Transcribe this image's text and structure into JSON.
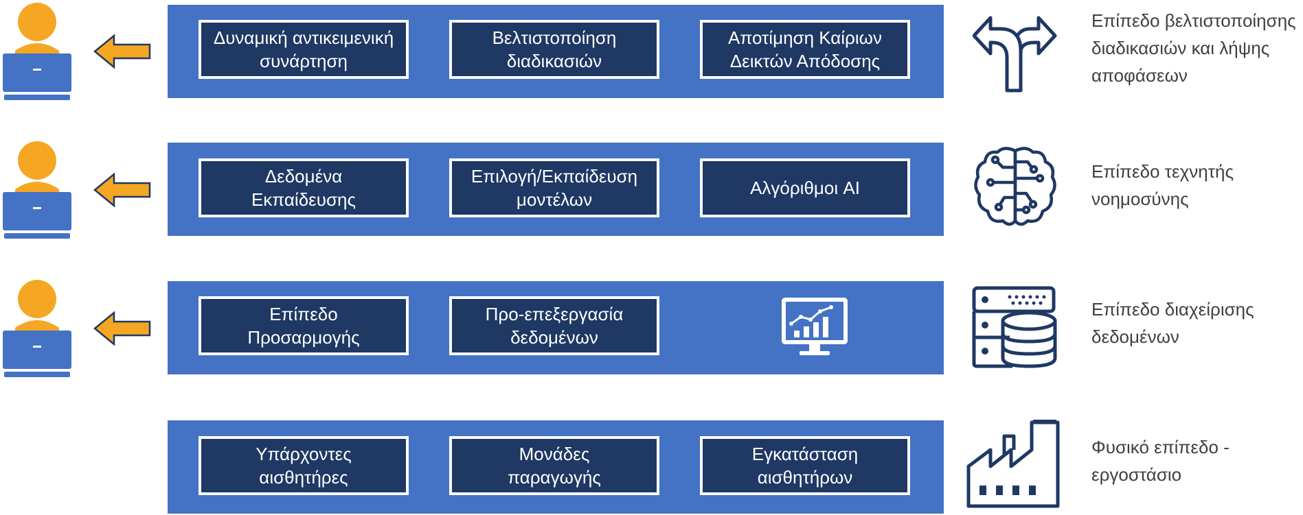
{
  "colors": {
    "band": "#4472c4",
    "box": "#1f3864",
    "user_head": "#f5a623",
    "laptop": "#4472c4",
    "arrow": "#f5a623",
    "icon": "#1f3864",
    "label": "#404040"
  },
  "layers": [
    {
      "boxes": [
        "Δυναμική αντικειμενική\nσυνάρτηση",
        "Βελτιστοποίηση\nδιαδικασιών",
        "Αποτίμηση Καίριων\nΔεικτών Απόδοσης"
      ],
      "label": "Επίπεδο βελτιστοποίησης\nδιαδικασιών και λήψης\nαποφάσεων",
      "icon": "split-arrow-icon"
    },
    {
      "boxes": [
        "Δεδομένα\nΕκπαίδευσης",
        "Επιλογή/Εκπαίδευση\nμοντέλων",
        "Αλγόριθμοι AI"
      ],
      "label": "Επίπεδο τεχνητής\nνοημοσύνης",
      "icon": "circuit-brain-icon"
    },
    {
      "boxes": [
        "Επίπεδο\nΠροσαρμογής",
        "Προ-επεξεργασία\nδεδομένων"
      ],
      "label": "Επίπεδο διαχείρισης\nδεδομένων",
      "icon": "server-database-icon",
      "monitor_icon": "chart-monitor-icon"
    },
    {
      "boxes": [
        "Υπάρχοντες\nαισθητήρες",
        "Μονάδες\nπαραγωγής",
        "Εγκατάσταση\nαισθητήρων"
      ],
      "label": "Φυσικό επίπεδο -\nεργοστάσιο",
      "icon": "factory-icon"
    }
  ]
}
